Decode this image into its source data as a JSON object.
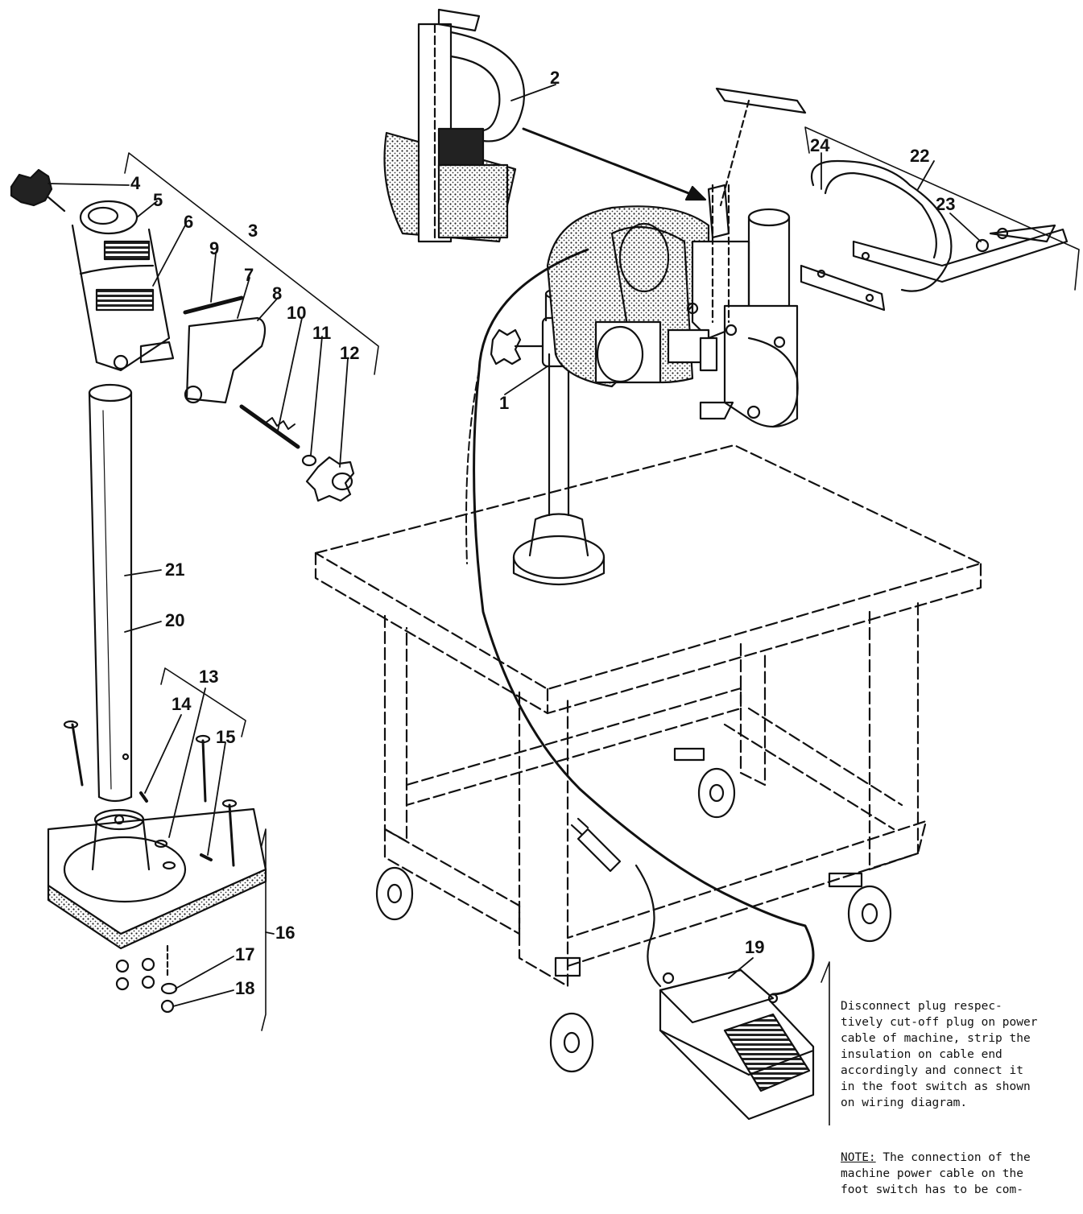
{
  "diagram": {
    "callouts": [
      {
        "id": "c1",
        "label": "1"
      },
      {
        "id": "c2",
        "label": "2"
      },
      {
        "id": "c3",
        "label": "3"
      },
      {
        "id": "c4",
        "label": "4"
      },
      {
        "id": "c5",
        "label": "5"
      },
      {
        "id": "c6",
        "label": "6"
      },
      {
        "id": "c7",
        "label": "7"
      },
      {
        "id": "c8",
        "label": "8"
      },
      {
        "id": "c9",
        "label": "9"
      },
      {
        "id": "c10",
        "label": "10"
      },
      {
        "id": "c11",
        "label": "11"
      },
      {
        "id": "c12",
        "label": "12"
      },
      {
        "id": "c13",
        "label": "13"
      },
      {
        "id": "c14",
        "label": "14"
      },
      {
        "id": "c15",
        "label": "15"
      },
      {
        "id": "c16",
        "label": "16"
      },
      {
        "id": "c17",
        "label": "17"
      },
      {
        "id": "c18",
        "label": "18"
      },
      {
        "id": "c19",
        "label": "19"
      },
      {
        "id": "c20",
        "label": "20"
      },
      {
        "id": "c21",
        "label": "21"
      },
      {
        "id": "c22",
        "label": "22"
      },
      {
        "id": "c23",
        "label": "23"
      },
      {
        "id": "c24",
        "label": "24"
      }
    ],
    "note": {
      "instruction": "Disconnect plug respec-\ntively cut-off plug on power\ncable of machine, strip the\ninsulation on cable end\naccordingly and connect it\nin the foot switch as shown\non wiring diagram.",
      "note_label": "NOTE:",
      "note_text": " The connection of the\nmachine power cable on the\nfoot switch has to be com-"
    }
  }
}
